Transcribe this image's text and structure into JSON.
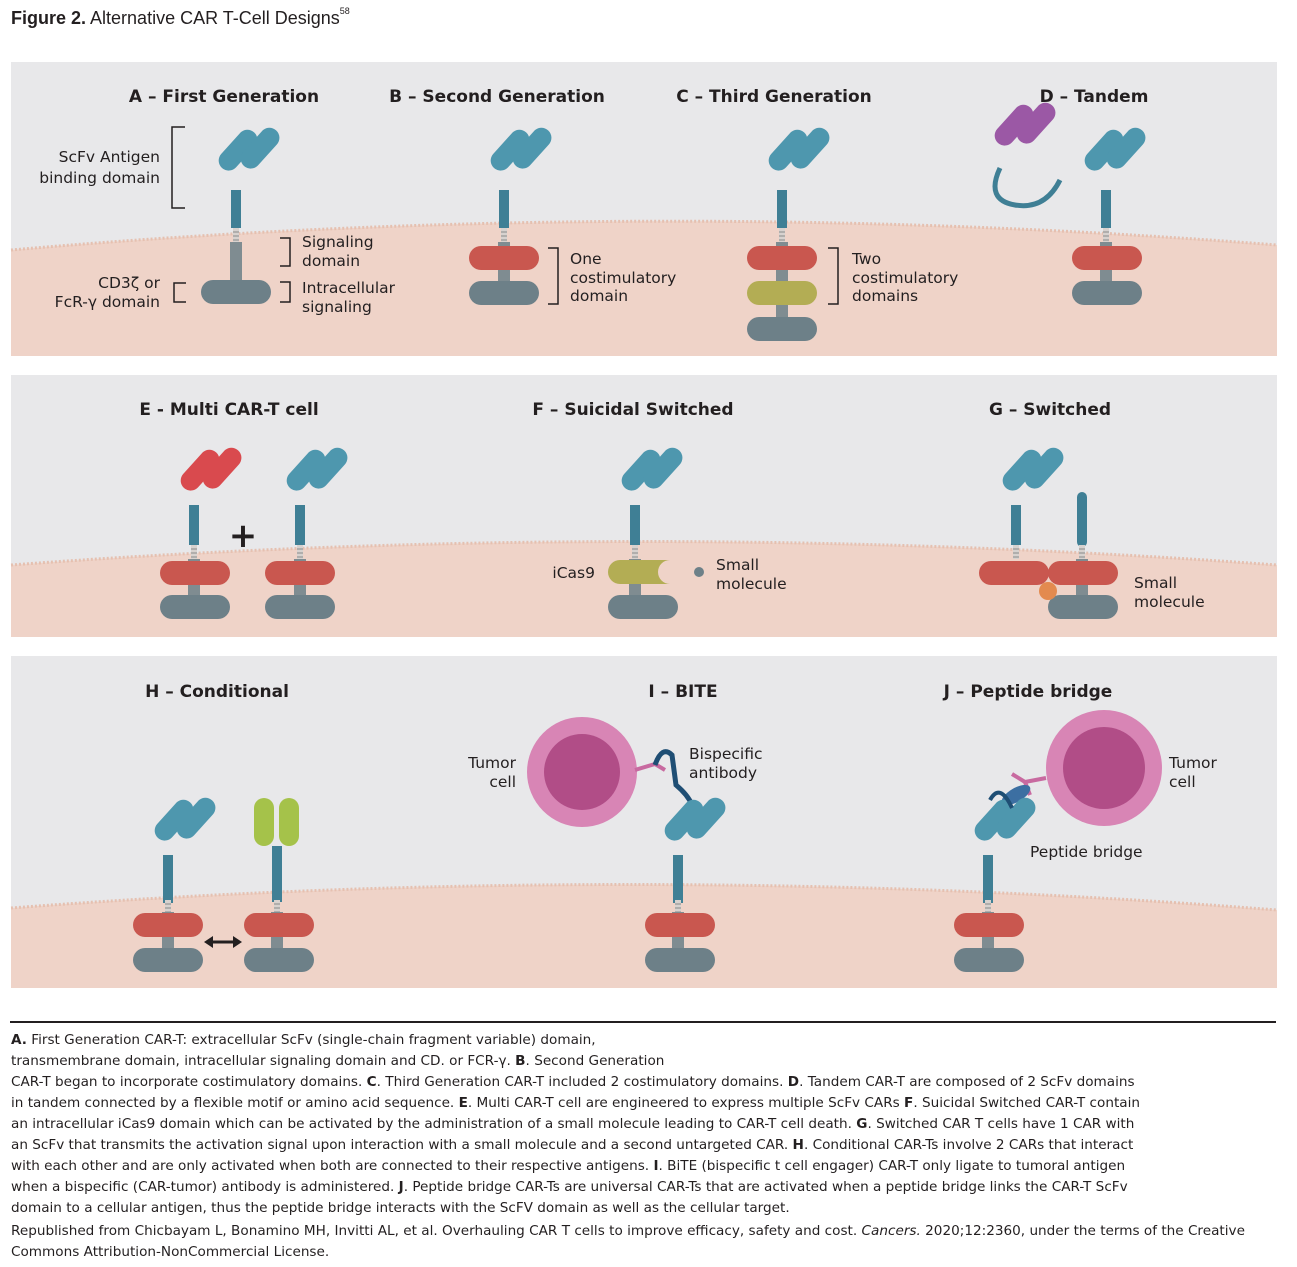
{
  "figure": {
    "label": "Figure 2.",
    "title": "Alternative CAR T-Cell Designs",
    "ref": "58"
  },
  "panels": {
    "A": {
      "title": "A – First Generation",
      "scfv_1": "ScFv Antigen",
      "scfv_2": "binding domain",
      "sig_1": "Signaling",
      "sig_2": "domain",
      "cd3_1": "CD3ζ or",
      "cd3_2": "FcR-γ domain",
      "intra_1": "Intracellular",
      "intra_2": "signaling"
    },
    "B": {
      "title": "B – Second Generation",
      "one_1": "One",
      "one_2": "costimulatory",
      "one_3": "domain"
    },
    "C": {
      "title": "C – Third Generation",
      "two_1": "Two",
      "two_2": "costimulatory",
      "two_3": "domains"
    },
    "D": {
      "title": "D – Tandem"
    },
    "E": {
      "title": "E - Multi CAR-T cell",
      "plus": "+"
    },
    "F": {
      "title": "F – Suicidal Switched",
      "icas9": "iCas9",
      "small_1": "Small",
      "small_2": "molecule"
    },
    "G": {
      "title": "G – Switched",
      "small_1": "Small",
      "small_2": "molecule"
    },
    "H": {
      "title": "H – Conditional"
    },
    "I": {
      "title": "I – BITE",
      "tumor_1": "Tumor",
      "tumor_2": "cell",
      "bis_1": "Bispecific",
      "bis_2": "antibody"
    },
    "J": {
      "title": "J – Peptide bridge",
      "tumor_1": "Tumor",
      "tumor_2": "cell",
      "bridge": "Peptide bridge"
    }
  },
  "caption": {
    "lines": [
      [
        [
          "b",
          "A."
        ],
        [
          "t",
          " First Generation CAR-T: extracellular ScFv (single-chain fragment variable) domain,"
        ]
      ],
      [
        [
          "t",
          "transmembrane domain, intracellular signaling domain and CD. or FCR-γ. "
        ],
        [
          "b",
          "B"
        ],
        [
          "t",
          ". Second Generation"
        ]
      ],
      [
        [
          "t",
          "CAR-T began to incorporate costimulatory domains. "
        ],
        [
          "b",
          "C"
        ],
        [
          "t",
          ". Third Generation CAR-T included 2 costimulatory domains. "
        ],
        [
          "b",
          "D"
        ],
        [
          "t",
          ". Tandem CAR-T are composed of 2 ScFv domains"
        ]
      ],
      [
        [
          "t",
          "in tandem connected by a flexible motif or amino acid sequence. "
        ],
        [
          "b",
          "E"
        ],
        [
          "t",
          ". Multi CAR-T cell are engineered to express multiple ScFv CARs "
        ],
        [
          "b",
          "F"
        ],
        [
          "t",
          ". Suicidal Switched CAR-T contain"
        ]
      ],
      [
        [
          "t",
          "an intracellular iCas9 domain which can be activated by the administration of a small molecule leading to CAR-T cell death. "
        ],
        [
          "b",
          "G"
        ],
        [
          "t",
          ". Switched CAR T cells have 1 CAR with"
        ]
      ],
      [
        [
          "t",
          "an ScFv that transmits the activation signal upon interaction with a small molecule and a second untargeted CAR. "
        ],
        [
          "b",
          "H"
        ],
        [
          "t",
          ". Conditional CAR-Ts involve 2 CARs that interact"
        ]
      ],
      [
        [
          "t",
          "with each other and are only activated when both are connected to their respective antigens. "
        ],
        [
          "b",
          "I"
        ],
        [
          "t",
          ". BiTE (bispecific t cell engager) CAR-T only ligate to tumoral antigen"
        ]
      ],
      [
        [
          "t",
          "when a bispecific (CAR-tumor) antibody is administered. "
        ],
        [
          "b",
          "J"
        ],
        [
          "t",
          ". Peptide bridge CAR-Ts are universal CAR-Ts that are activated when a peptide bridge links the CAR-T ScFv"
        ]
      ],
      [
        [
          "t",
          "domain to a cellular antigen, thus the peptide bridge interacts with the ScFV domain as well as the cellular target."
        ]
      ]
    ]
  },
  "credit": {
    "text1": "Republished from Chicbayam L, Bonamino MH, Invitti AL, et al. Overhauling CAR T cells to improve efficacy, safety and cost. ",
    "journal": "Cancers.",
    "text2": " 2020;12:2360, under the terms of the Creative Commons Attribution-NonCommercial License."
  },
  "colors": {
    "panel_bg": "#e8e8ea",
    "cytoplasm": "#efd3c8",
    "scfv": "#4e97ae",
    "stem": "#3f7f95",
    "signal": "#7f8c91",
    "cd3": "#6d8088",
    "costim": "#c9574f",
    "costim2": "#b3ad54",
    "tandem": "#9b58a5",
    "multi_red": "#d94a4e",
    "green": "#a5c24a",
    "tumor": "#d885b5",
    "tumor_nucleus": "#b14d87",
    "antibody": "#1f4e74",
    "small_molecule": "#e38a4f"
  }
}
